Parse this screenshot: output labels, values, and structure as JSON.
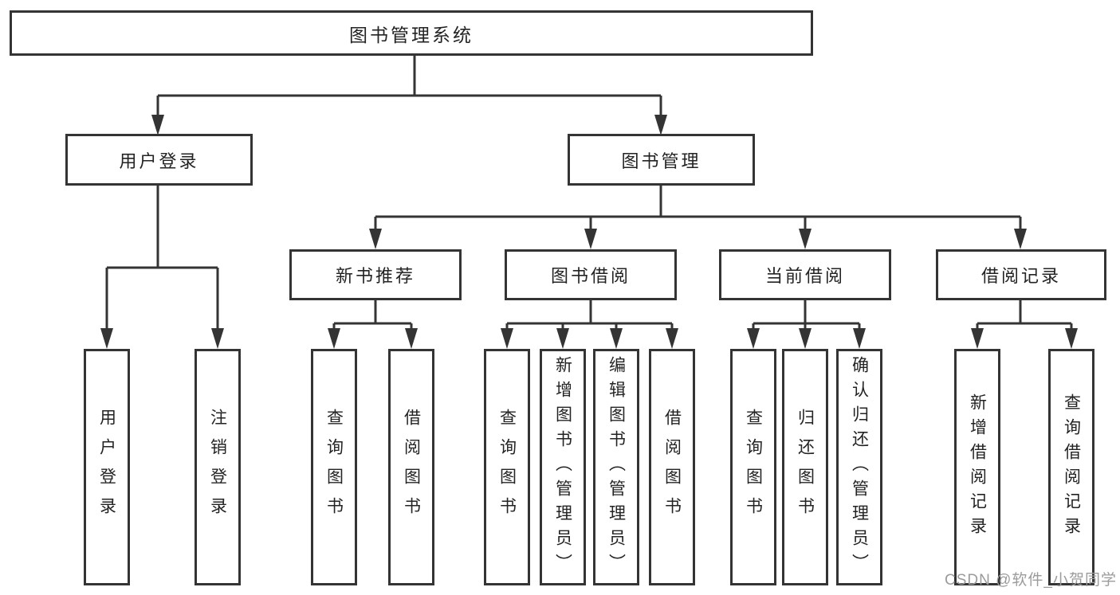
{
  "colors": {
    "background": "#ffffff",
    "line": "#343434",
    "box_border": "#343434",
    "text": "#232323",
    "watermark": "#9b9b9b"
  },
  "root": {
    "label": "图书管理系统"
  },
  "user_login": {
    "label": "用户登录",
    "children": [
      {
        "label": "用户登录"
      },
      {
        "label": "注销登录"
      }
    ]
  },
  "book_management": {
    "label": "图书管理",
    "children": [
      {
        "label": "新书推荐",
        "children": [
          {
            "label": "查询图书"
          },
          {
            "label": "借阅图书"
          }
        ]
      },
      {
        "label": "图书借阅",
        "children": [
          {
            "label": "查询图书"
          },
          {
            "label": "新增图书（管理员）"
          },
          {
            "label": "编辑图书（管理员）"
          },
          {
            "label": "借阅图书"
          }
        ]
      },
      {
        "label": "当前借阅",
        "children": [
          {
            "label": "查询图书"
          },
          {
            "label": "归还图书"
          },
          {
            "label": "确认归还（管理员）"
          }
        ]
      },
      {
        "label": "借阅记录",
        "children": [
          {
            "label": "新增借阅记录"
          },
          {
            "label": "查询借阅记录"
          }
        ]
      }
    ]
  },
  "watermark": {
    "text": "CSDN @软件_小贺同学"
  }
}
